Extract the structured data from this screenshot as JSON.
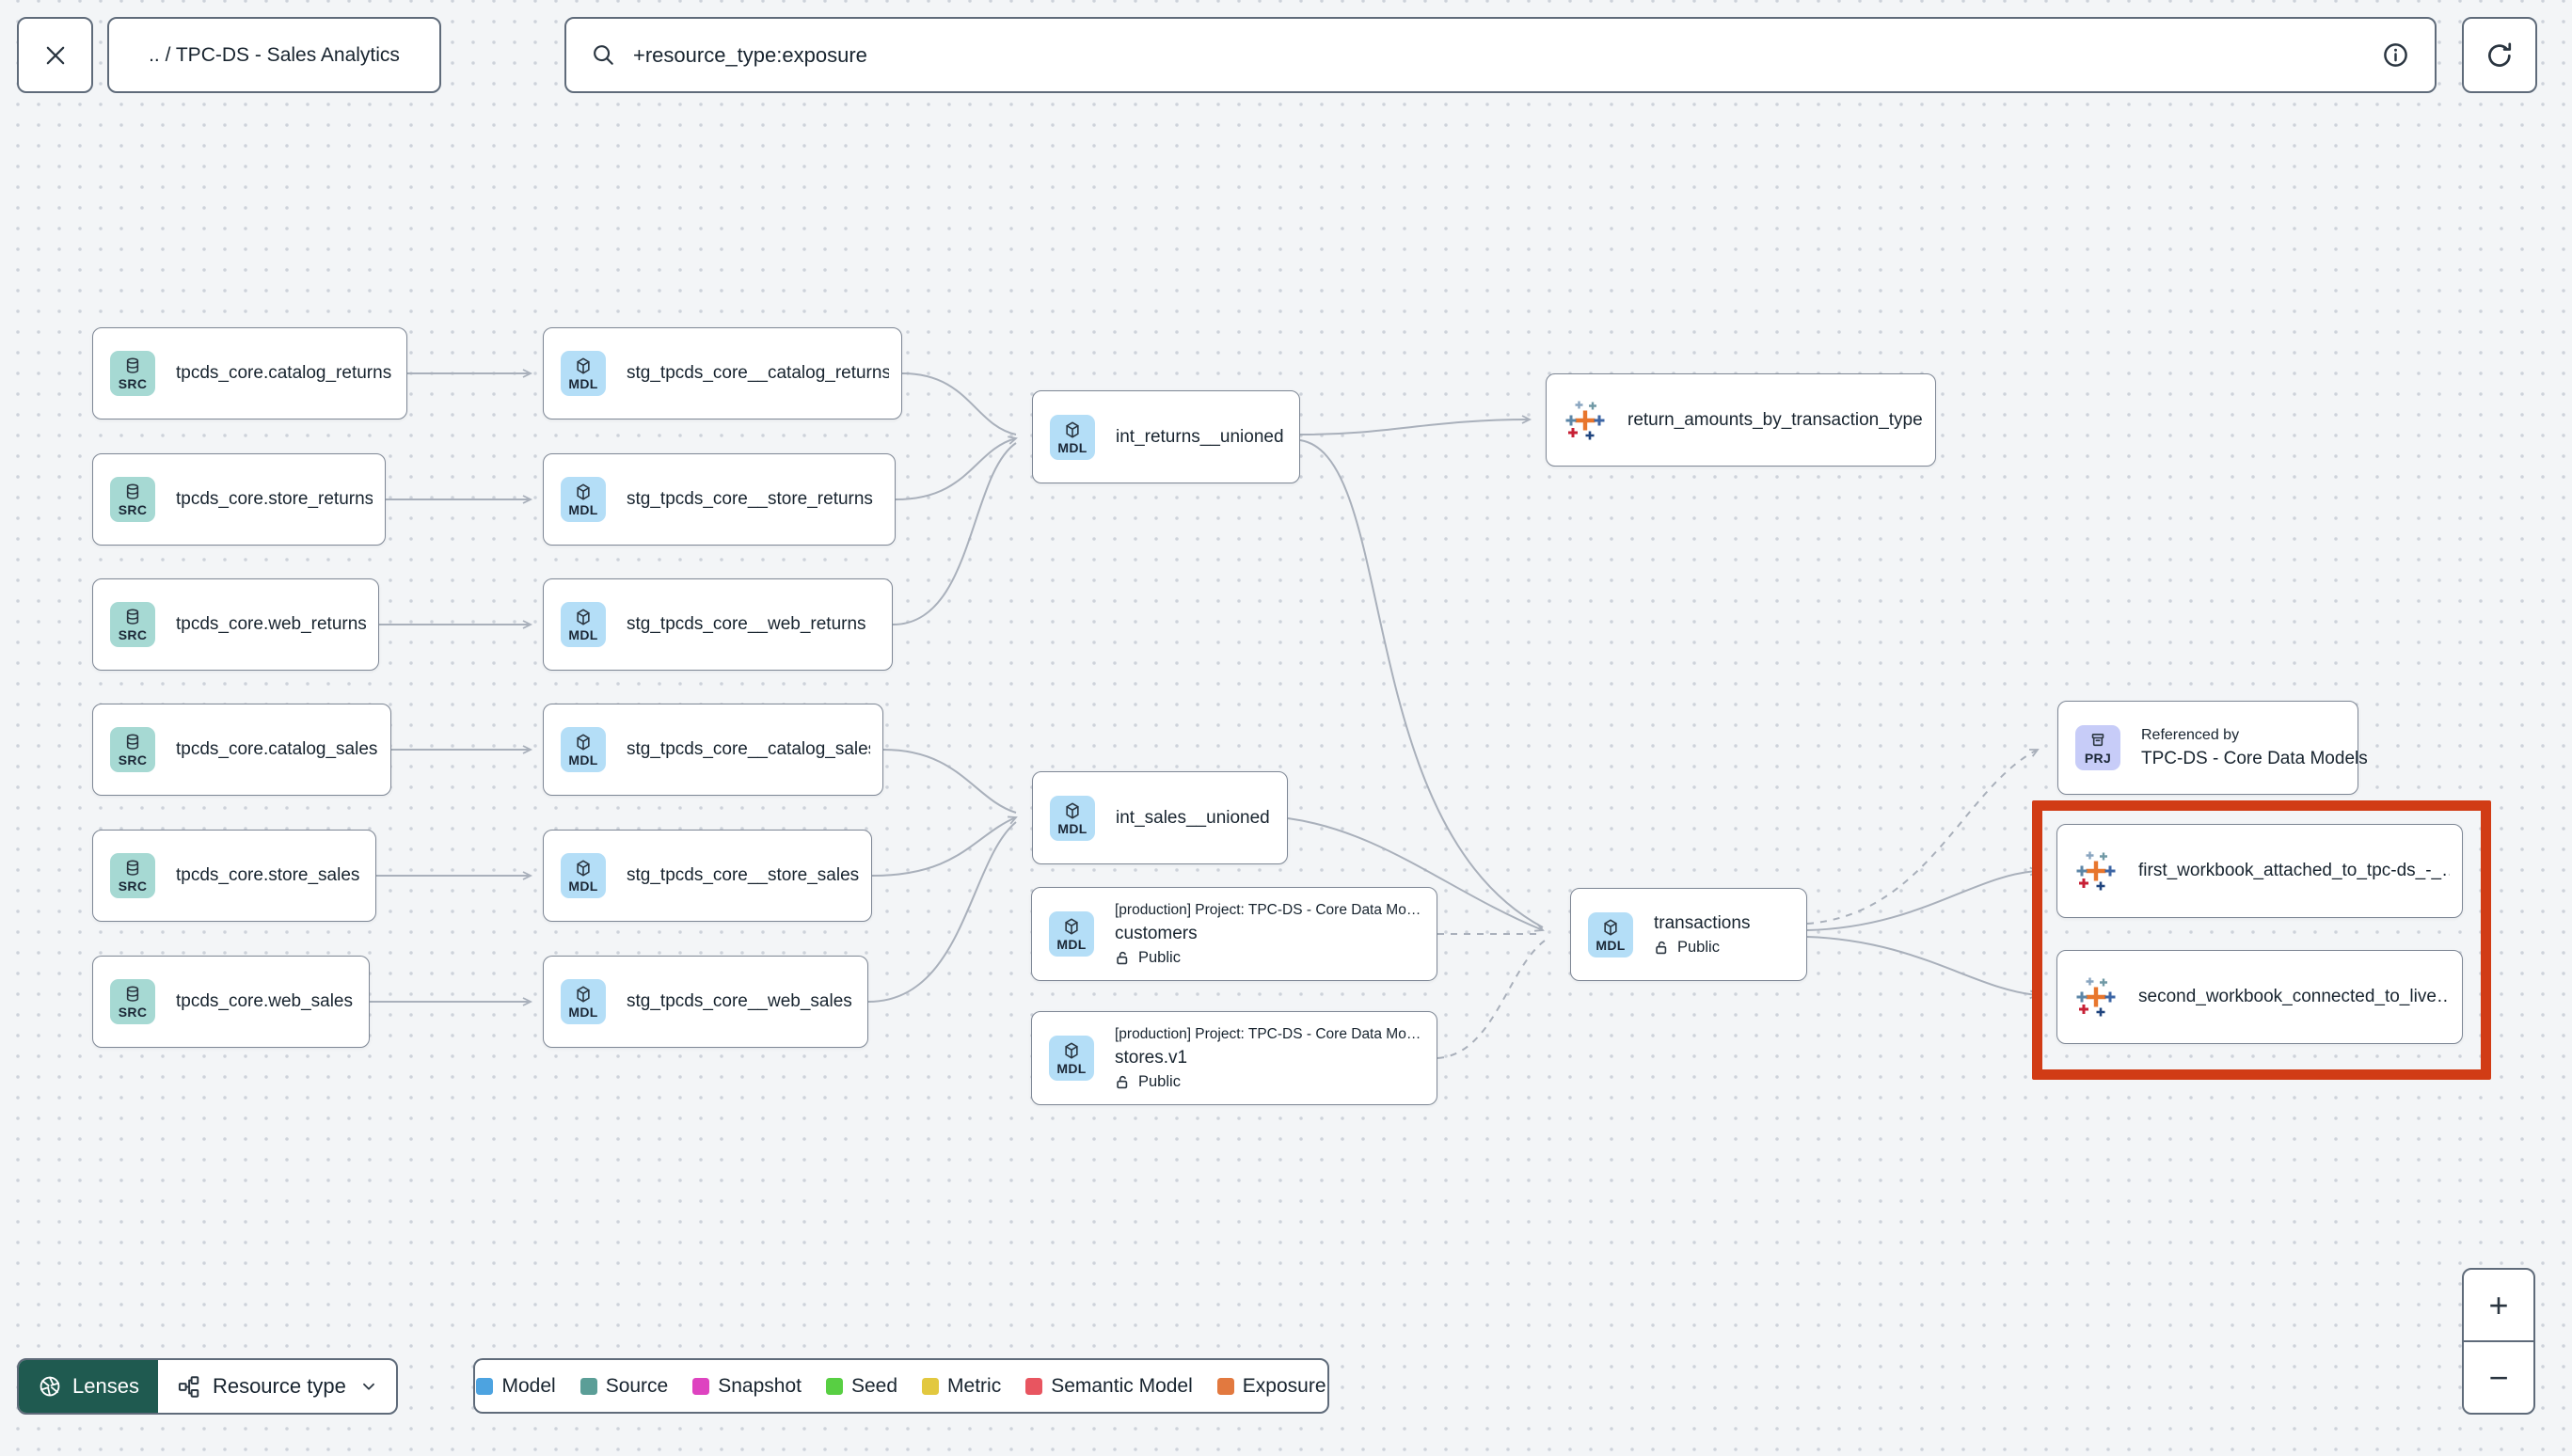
{
  "toolbar": {
    "breadcrumb": ".. / TPC-DS - Sales Analytics",
    "search_value": "+resource_type:exposure"
  },
  "nodes": {
    "src_catalog_returns": {
      "badge": "SRC",
      "label": "tpcds_core.catalog_returns"
    },
    "src_store_returns": {
      "badge": "SRC",
      "label": "tpcds_core.store_returns"
    },
    "src_web_returns": {
      "badge": "SRC",
      "label": "tpcds_core.web_returns"
    },
    "src_catalog_sales": {
      "badge": "SRC",
      "label": "tpcds_core.catalog_sales"
    },
    "src_store_sales": {
      "badge": "SRC",
      "label": "tpcds_core.store_sales"
    },
    "src_web_sales": {
      "badge": "SRC",
      "label": "tpcds_core.web_sales"
    },
    "stg_catalog_returns": {
      "badge": "MDL",
      "label": "stg_tpcds_core__catalog_returns"
    },
    "stg_store_returns": {
      "badge": "MDL",
      "label": "stg_tpcds_core__store_returns"
    },
    "stg_web_returns": {
      "badge": "MDL",
      "label": "stg_tpcds_core__web_returns"
    },
    "stg_catalog_sales": {
      "badge": "MDL",
      "label": "stg_tpcds_core__catalog_sales"
    },
    "stg_store_sales": {
      "badge": "MDL",
      "label": "stg_tpcds_core__store_sales"
    },
    "stg_web_sales": {
      "badge": "MDL",
      "label": "stg_tpcds_core__web_sales"
    },
    "int_returns_unioned": {
      "badge": "MDL",
      "label": "int_returns__unioned"
    },
    "int_sales_unioned": {
      "badge": "MDL",
      "label": "int_sales__unioned"
    },
    "customers": {
      "badge": "MDL",
      "context": "[production] Project: TPC-DS - Core Data Mo…",
      "label": "customers",
      "visibility": "Public"
    },
    "stores": {
      "badge": "MDL",
      "context": "[production] Project: TPC-DS - Core Data Mo…",
      "label": "stores.v1",
      "visibility": "Public"
    },
    "transactions": {
      "badge": "MDL",
      "label": "transactions",
      "visibility": "Public"
    },
    "exposure_return_amounts": {
      "label": "return_amounts_by_transaction_type"
    },
    "referenced_by": {
      "badge": "PRJ",
      "title": "Referenced by",
      "label": "TPC-DS - Core Data Models"
    },
    "workbook_first": {
      "label": "first_workbook_attached_to_tpc-ds_-_…"
    },
    "workbook_second": {
      "label": "second_workbook_connected_to_live…"
    }
  },
  "colors": {
    "src_badge": "#a6d9d3",
    "mdl_badge": "#b4def7",
    "prj_badge": "#c7ccf8",
    "highlight": "#d13c15"
  },
  "footer": {
    "lenses_label": "Lenses",
    "resource_type_label": "Resource type",
    "legend": [
      {
        "label": "Model",
        "color": "#4da3e0"
      },
      {
        "label": "Source",
        "color": "#5b9e97"
      },
      {
        "label": "Snapshot",
        "color": "#de43c0"
      },
      {
        "label": "Seed",
        "color": "#58cf43"
      },
      {
        "label": "Metric",
        "color": "#e2c83f"
      },
      {
        "label": "Semantic Model",
        "color": "#e85560"
      },
      {
        "label": "Exposure",
        "color": "#e2793f"
      }
    ]
  },
  "zoom_controls": {
    "zoom_in": "+",
    "zoom_out": "−"
  }
}
